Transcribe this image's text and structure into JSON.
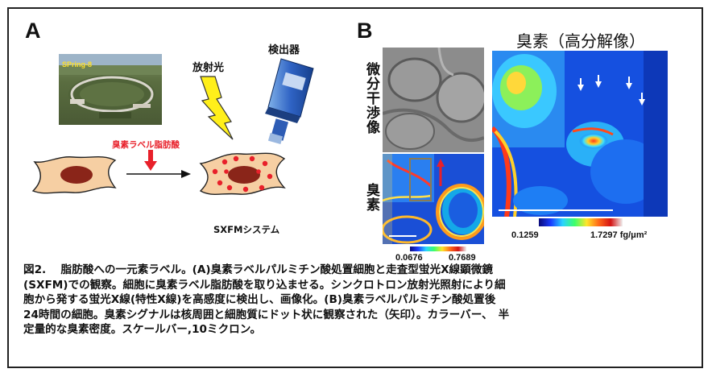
{
  "panel_a": {
    "letter": "A",
    "photo_label": "SPring-8",
    "xray_label": "放射光",
    "detector_label": "検出器",
    "probe_label": "臭素ラベル脂肪酸",
    "system_label": "SXFMシステム"
  },
  "panel_b": {
    "letter": "B",
    "dic_label": "微分干渉像",
    "bromine_label": "臭素",
    "small_scale_min": "0.0676",
    "small_scale_max": "0.7689",
    "hires_title": "臭素（高分解像）",
    "large_scale_min": "0.1259",
    "large_scale_max": "1.7297 fg/μm²"
  },
  "caption": {
    "lines": [
      "図2.　 脂肪酸への一元素ラベル。(A)臭素ラベルパルミチン酸処置細胞と走査型蛍光X線顕微鏡",
      "(SXFM)での観察。細胞に臭素ラベル脂肪酸を取り込ませる。シンクロトロン放射光照射により細",
      "胞から発する蛍光X線(特性X線)を高感度に検出し、画像化。(B)臭素ラベルパルミチン酸処置後",
      "24時間の細胞。臭素シグナルは核周囲と細胞質にドット状に観察された（矢印）。カラーバー、　半",
      "定量的な臭素密度。スケールバー,10ミクロン。"
    ]
  }
}
